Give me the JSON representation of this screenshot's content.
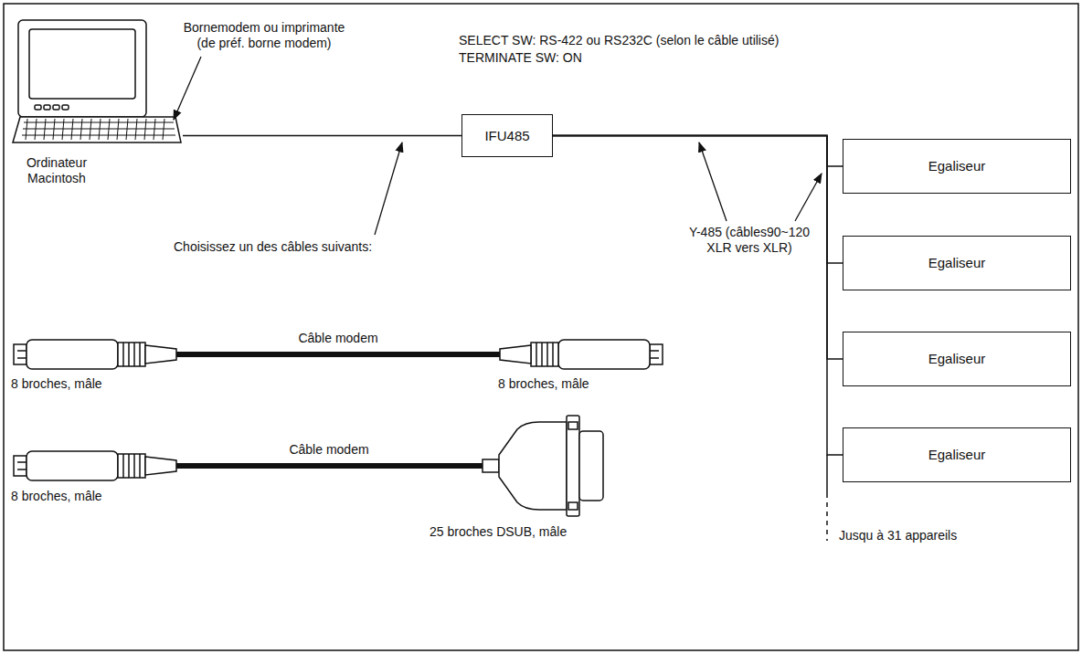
{
  "diagram": {
    "nodes": [
      {
        "text": [
          "Ordinateur Macintosh"
        ]
      },
      {
        "text": [
          "IFU485"
        ]
      },
      {
        "text": [
          "Egaliseur"
        ]
      },
      {
        "text": [
          "Egaliseur"
        ]
      },
      {
        "text": [
          "Egaliseur"
        ]
      },
      {
        "text": [
          "Egaliseur"
        ]
      }
    ],
    "edges": [
      {
        "from": 0,
        "to": 1,
        "arrow": "none"
      },
      {
        "from": 1,
        "to": 2,
        "arrow": "none"
      },
      {
        "from": 1,
        "to": 3,
        "arrow": "none"
      },
      {
        "from": 1,
        "to": 4,
        "arrow": "none"
      },
      {
        "from": 1,
        "to": 5,
        "arrow": "none"
      }
    ],
    "labels": [
      "Bornemodem ou imprimante (de préf. borne modem)",
      "SELECT SW: RS-422 ou RS232C (selon le câble utilisé)",
      "TERMINATE SW: ON",
      "Choisissez un des câbles suivants:",
      "Y-485 (câbles90~120 XLR vers XLR)",
      "Câble modem",
      "8 broches, mâle",
      "8 broches, mâle",
      "Câble modem",
      "8 broches, mâle",
      "25 broches DSUB, mâle",
      "Jusqu à 31 appareils"
    ]
  }
}
